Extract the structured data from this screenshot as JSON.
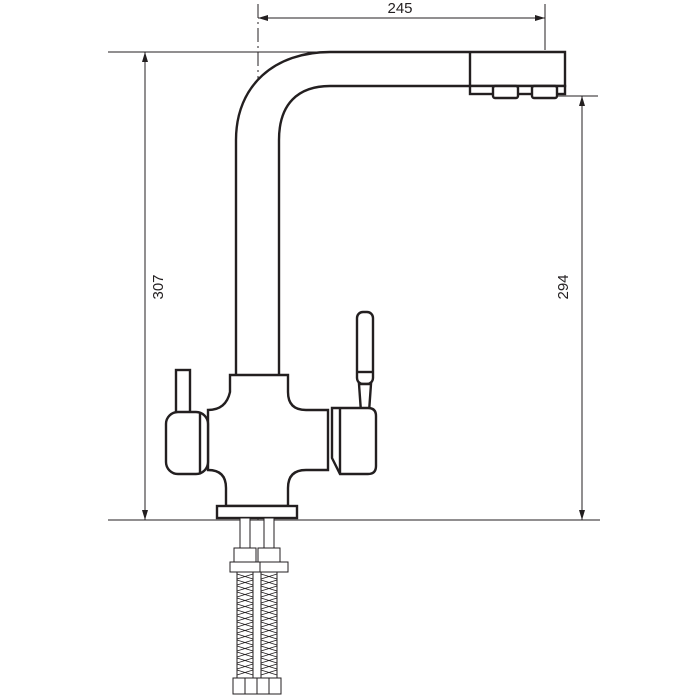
{
  "drawing": {
    "line_color": "#231f20",
    "background": "#ffffff",
    "dimensions": {
      "spout_reach": "245",
      "total_height": "307",
      "outlet_height": "294"
    }
  }
}
